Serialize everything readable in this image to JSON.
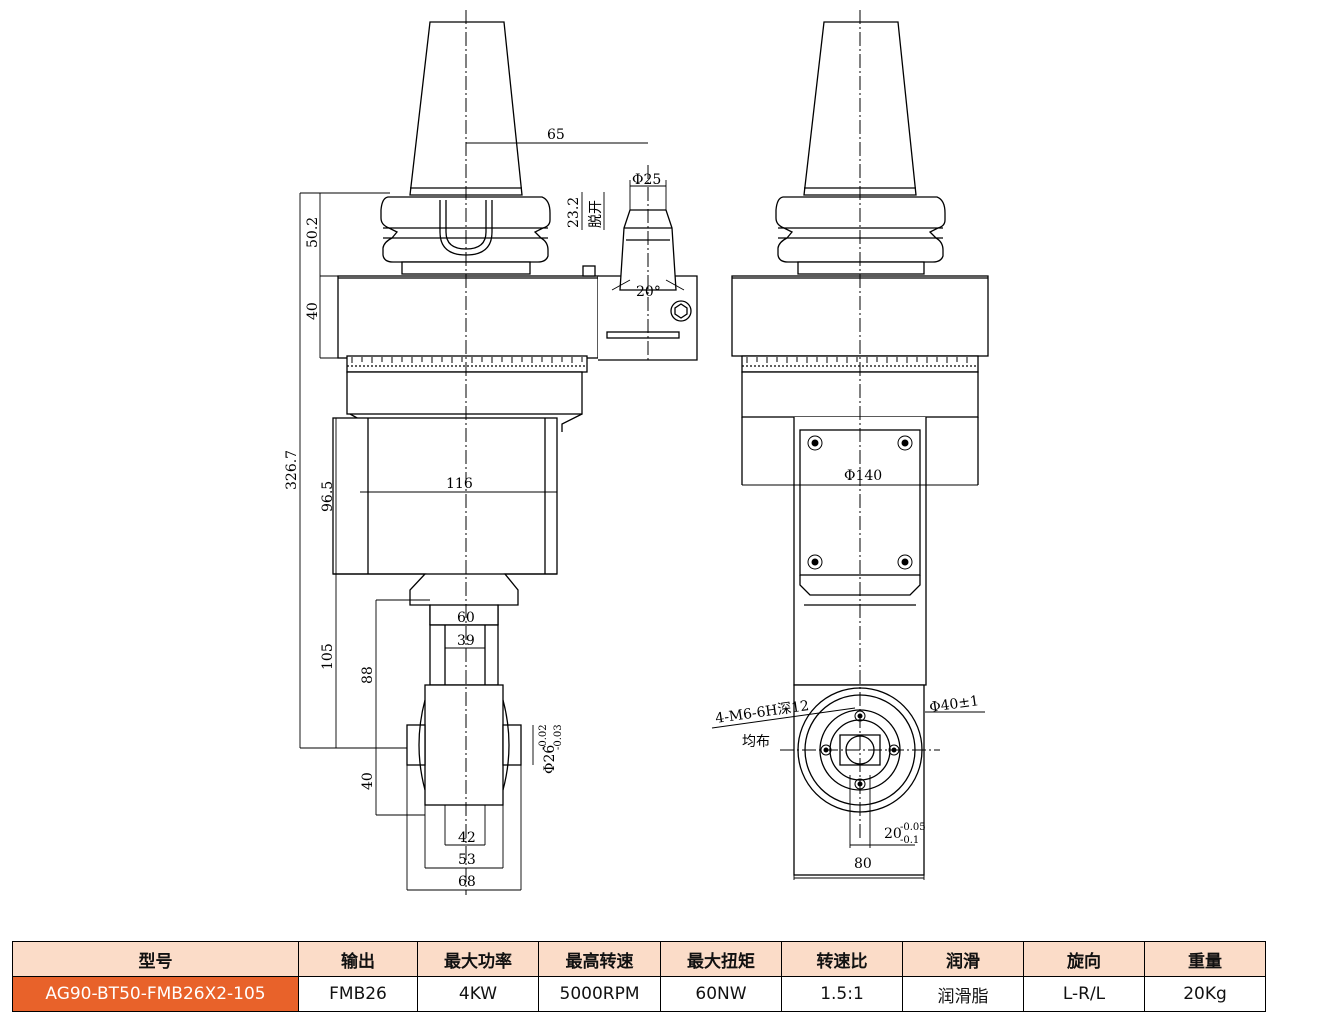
{
  "drawing": {
    "dims": {
      "d65": "65",
      "phi25": "Φ25",
      "d232": "23.2",
      "tuokai": "脱开",
      "d502": "50.2",
      "d40a": "40",
      "ang20": "20°",
      "d3267": "326.7",
      "d965": "96.5",
      "d116": "116",
      "d105": "105",
      "d60": "60",
      "d39": "39",
      "d88": "88",
      "phi26": "Φ26",
      "tol26": "-0.02",
      "tol26b": "-0.03",
      "d40b": "40",
      "d42": "42",
      "d53": "53",
      "d68": "68",
      "phi140": "Φ140",
      "thread": "4-M6-6H深12",
      "junbu": "均布",
      "phi40": "Φ40±1",
      "d20": "20",
      "tol20": "-0.05",
      "tol20b": "-0.1",
      "d80": "80"
    }
  },
  "table": {
    "headers": [
      "型号",
      "输出",
      "最大功率",
      "最高转速",
      "最大扭矩",
      "转速比",
      "润滑",
      "旋向",
      "重量"
    ],
    "row": [
      "AG90-BT50-FMB26X2-105",
      "FMB26",
      "4KW",
      "5000RPM",
      "60NW",
      "1.5:1",
      "润滑脂",
      "L-R/L",
      "20Kg"
    ]
  }
}
